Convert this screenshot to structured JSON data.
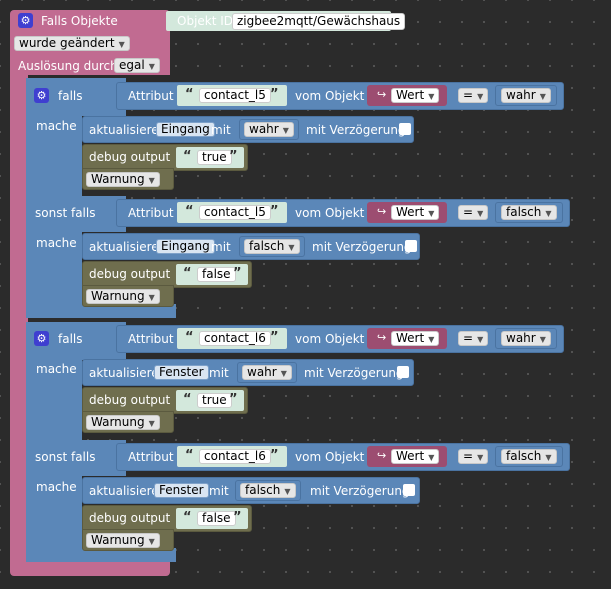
{
  "event": {
    "title": "Falls Objekte",
    "object_id_label": "Objekt ID",
    "object_id_value": "zigbee2mqtt/Gewächshaus",
    "trigger": "wurde geändert",
    "trigger_by_label": "Auslösung durch",
    "trigger_by_value": "egal"
  },
  "labels": {
    "if": "falls",
    "else_if": "sonst falls",
    "do": "mache",
    "attribute": "Attribut",
    "from_object": "vom Objekt",
    "value": "Wert",
    "equals": "=",
    "update": "aktualisiere",
    "with": "mit",
    "with_delay": "mit Verzögerung",
    "debug_output": "debug output",
    "log_level": "Warnung"
  },
  "groups": [
    {
      "if_attr": "contact_l5",
      "if_value": "wahr",
      "if_target": "Eingang",
      "if_set": "wahr",
      "if_debug": "true",
      "else_attr": "contact_l5",
      "else_value": "falsch",
      "else_target": "Eingang",
      "else_set": "falsch",
      "else_debug": "false"
    },
    {
      "if_attr": "contact_l6",
      "if_value": "wahr",
      "if_target": "Fenster",
      "if_set": "wahr",
      "if_debug": "true",
      "else_attr": "contact_l6",
      "else_value": "falsch",
      "else_target": "Fenster",
      "else_set": "falsch",
      "else_debug": "false"
    }
  ],
  "colors": {
    "event": "#c16b91",
    "logic": "#5b87b8",
    "debug": "#6f6e4e",
    "text": "#d3e8dc",
    "gear": "#3f3fd0"
  }
}
